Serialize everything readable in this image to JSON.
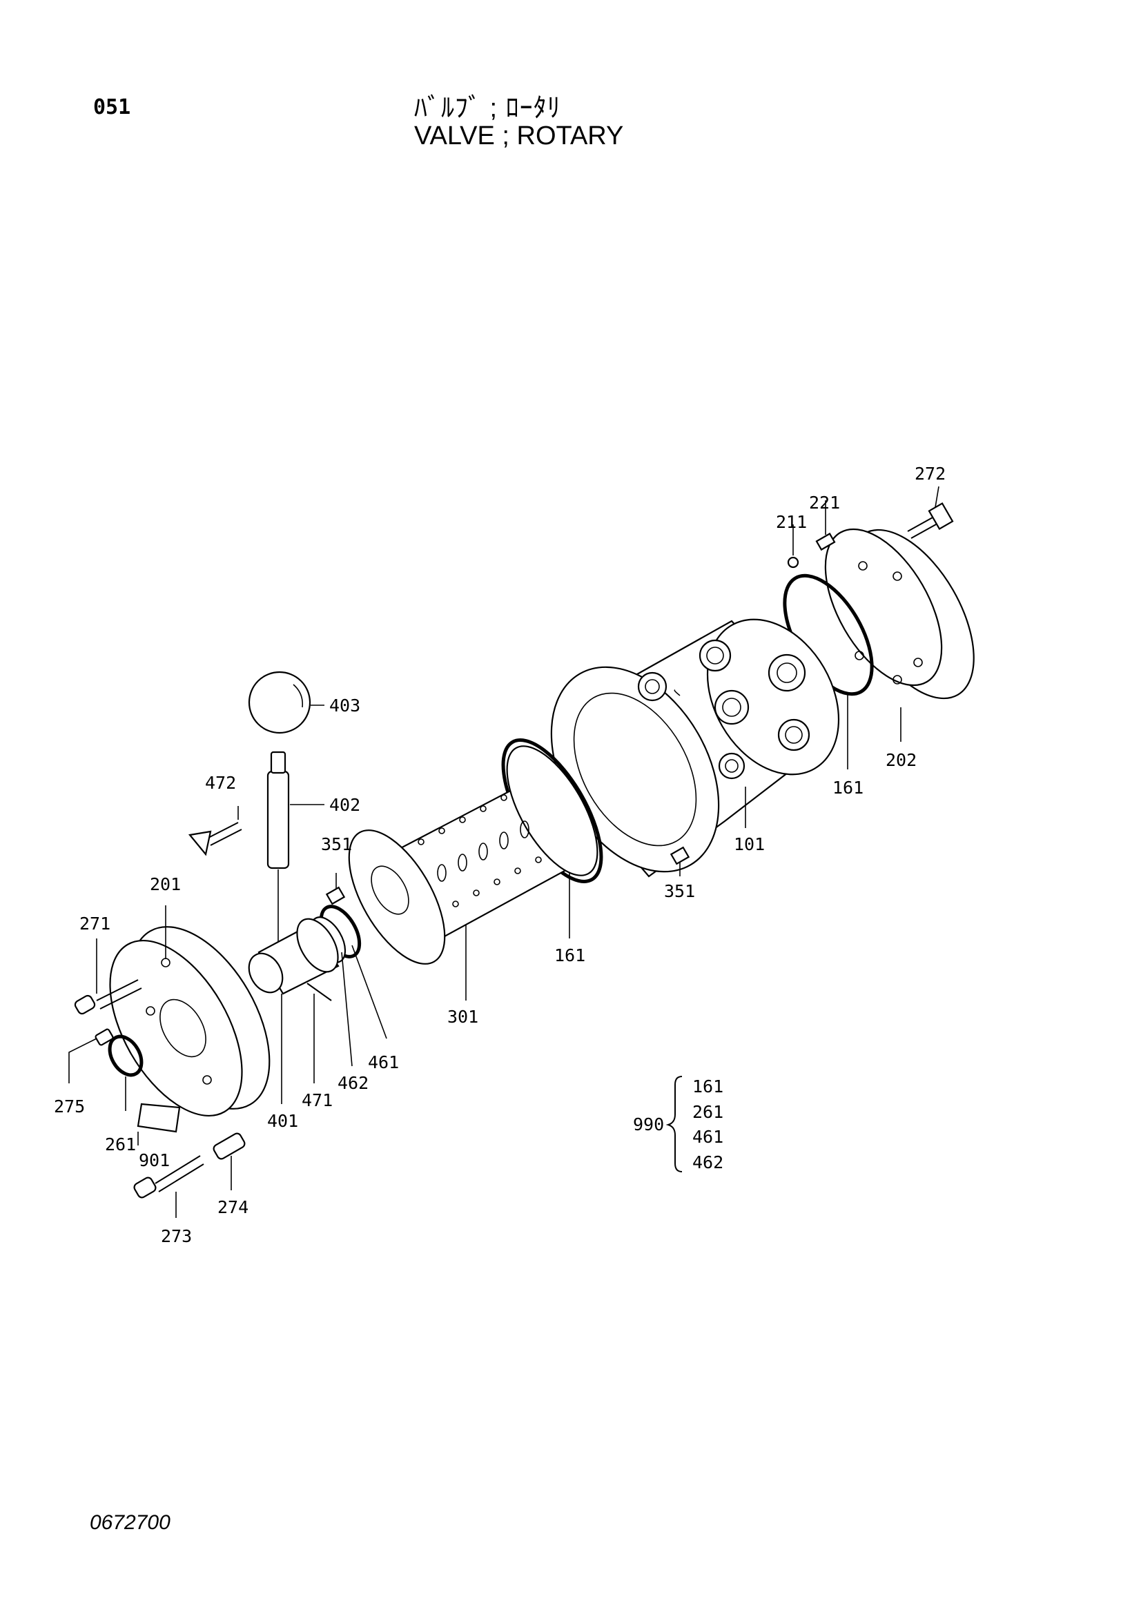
{
  "header": {
    "page_code": "051",
    "title_jp": "ﾊﾞﾙﾌﾞ ; ﾛｰﾀﾘ",
    "title_en": "VALVE ; ROTARY"
  },
  "footer": {
    "doc_number": "0672700"
  },
  "callouts": {
    "c272": "272",
    "c221": "221",
    "c211": "211",
    "c202": "202",
    "c161a": "161",
    "c101": "101",
    "c351a": "351",
    "c403": "403",
    "c402": "402",
    "c472": "472",
    "c351b": "351",
    "c161b": "161",
    "c301": "301",
    "c201": "201",
    "c271": "271",
    "c461": "461",
    "c462": "462",
    "c471": "471",
    "c401": "401",
    "c275": "275",
    "c261": "261",
    "c901": "901",
    "c274": "274",
    "c273": "273"
  },
  "kit": {
    "number": "990",
    "items": [
      "161",
      "261",
      "461",
      "462"
    ]
  }
}
